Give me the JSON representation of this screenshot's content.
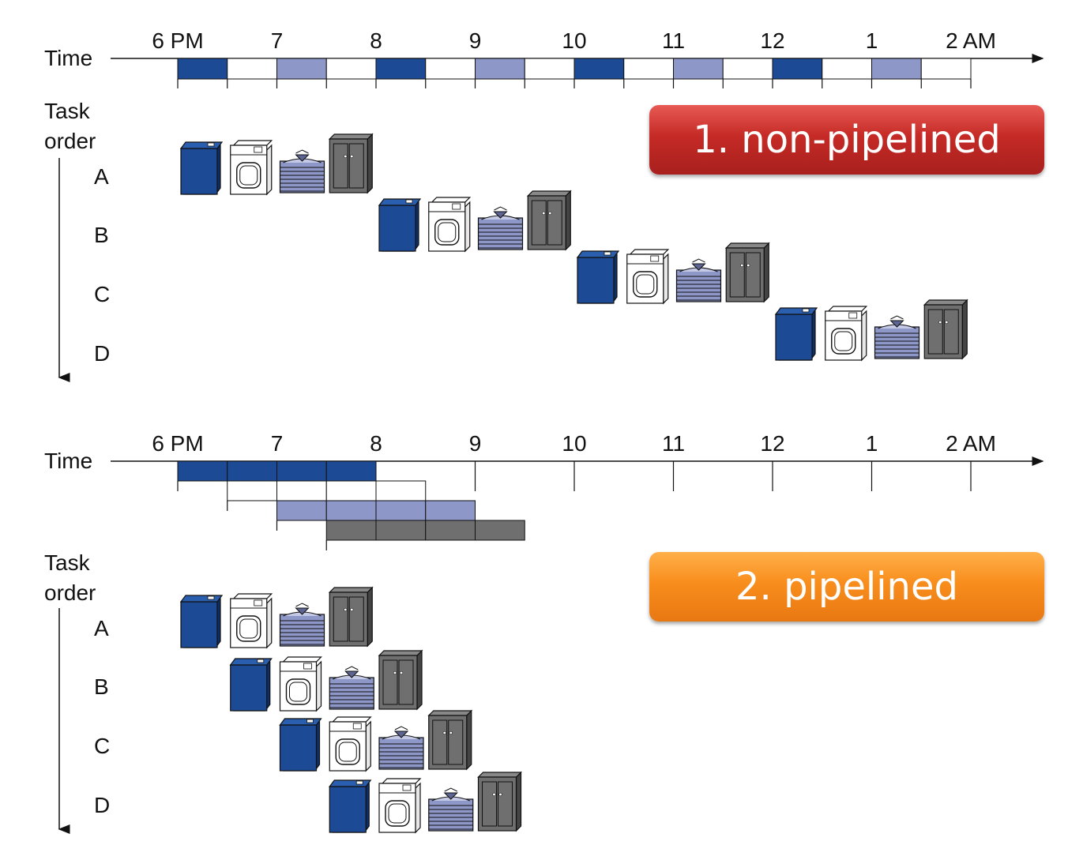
{
  "time_label": "Time",
  "task_order_label": "Task\norder",
  "time_ticks": [
    "6 PM",
    "7",
    "8",
    "9",
    "10",
    "11",
    "12",
    "1",
    "2 AM"
  ],
  "tasks": [
    "A",
    "B",
    "C",
    "D"
  ],
  "stages": [
    {
      "name": "washer-icon",
      "color": "#1d4a94"
    },
    {
      "name": "dryer-icon",
      "color": "#ffffff"
    },
    {
      "name": "folded-clothes-icon",
      "color": "#8d97c8"
    },
    {
      "name": "closet-icon",
      "color": "#6f6f6f"
    }
  ],
  "non_pipelined": {
    "badge": "1. non-pipelined",
    "badge_color": "#c52a26",
    "start_slots": [
      0,
      4,
      8,
      12
    ]
  },
  "pipelined": {
    "badge": "2. pipelined",
    "badge_color": "#f88d1c",
    "start_slots": [
      0,
      1,
      2,
      3
    ]
  }
}
